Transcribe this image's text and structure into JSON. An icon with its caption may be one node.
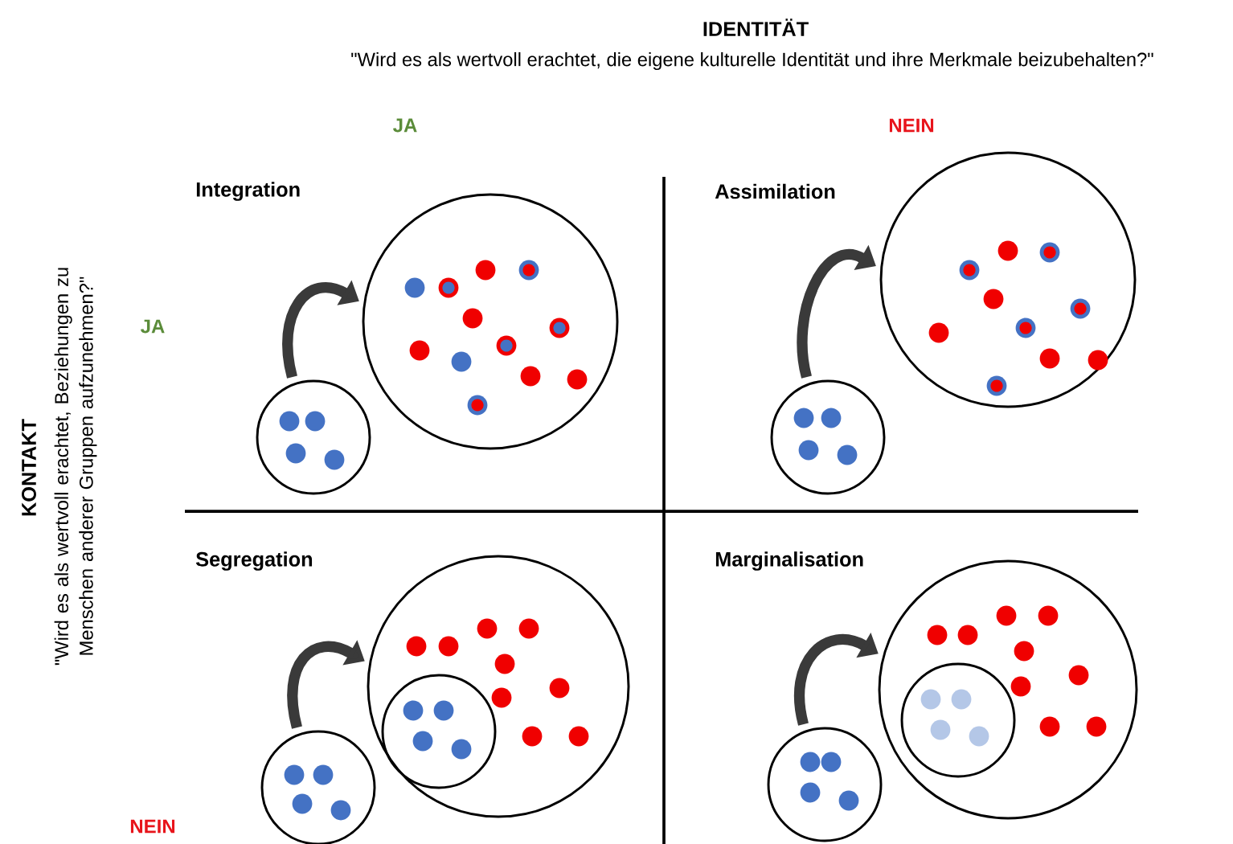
{
  "diagram": {
    "nodes": [
      {
        "text": [],
        "shape": "circle"
      },
      {
        "text": [],
        "shape": "circle"
      },
      {
        "text": [],
        "shape": "circle"
      },
      {
        "text": [],
        "shape": "circle"
      },
      {
        "text": [],
        "shape": "circle"
      },
      {
        "text": [],
        "shape": "circle",
        "in": 4
      },
      {
        "text": [],
        "shape": "circle"
      },
      {
        "text": [],
        "shape": "circle"
      },
      {
        "text": [],
        "shape": "circle",
        "in": 7
      },
      {
        "text": [],
        "shape": "circle"
      }
    ],
    "edges": [
      {
        "from": 1,
        "to": 0,
        "arrow": "to"
      },
      {
        "from": 3,
        "to": 2,
        "arrow": "to"
      },
      {
        "from": 6,
        "to": 4,
        "arrow": "to"
      },
      {
        "from": 9,
        "to": 7,
        "arrow": "to"
      }
    ],
    "labels": [
      "IDENTITÄT",
      "\"Wird es als wertvoll erachtet, die eigene kulturelle Identität und ihre Merkmale beizubehalten?\"",
      "JA",
      "NEIN",
      "KONTAKT",
      "\"Wird es als wertvoll erachtet, Beziehungen zu Menschen anderer Gruppen aufzunehmen?\"",
      "JA",
      "NEIN",
      "Integration",
      "Assimilation",
      "Segregation",
      "Marginalisation"
    ]
  }
}
